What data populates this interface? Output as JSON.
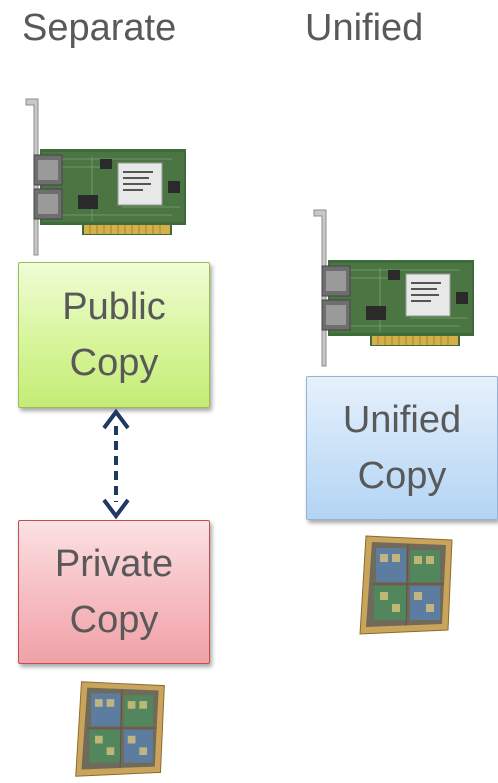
{
  "headings": {
    "separate": "Separate",
    "unified": "Unified"
  },
  "boxes": {
    "public": {
      "line1": "Public",
      "line2": "Copy"
    },
    "private": {
      "line1": "Private",
      "line2": "Copy"
    },
    "unified": {
      "line1": "Unified",
      "line2": "Copy"
    }
  },
  "icons": {
    "network_card": "network-card-icon",
    "cpu_die": "cpu-die-icon",
    "double_arrow": "dashed-double-arrow"
  },
  "colors": {
    "text": "#595959",
    "public_fill": "#d7f59b",
    "public_border": "#9bbb59",
    "private_fill": "#f6bcc1",
    "private_border": "#c0504d",
    "unified_fill": "#c9e1f8",
    "unified_border": "#95b3d7",
    "arrow": "#1f3864"
  }
}
